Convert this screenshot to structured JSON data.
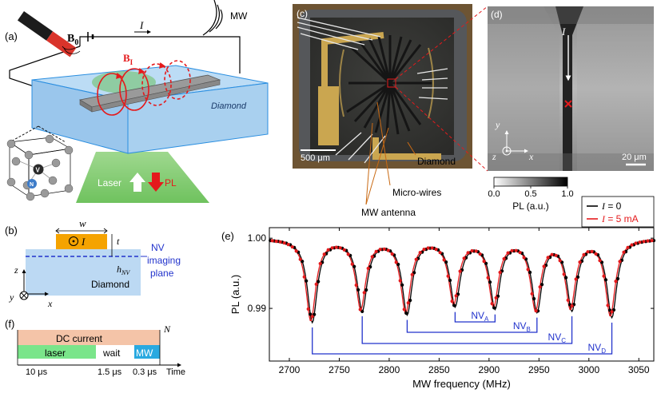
{
  "panels": {
    "a": {
      "label": "(a)",
      "mw": "MW",
      "current": "I",
      "field_b0": "B",
      "field_b0_sub": "0",
      "field_bi": "B",
      "field_bi_sub": "I",
      "diamond": "Diamond",
      "laser": "Laser",
      "pl": "PL",
      "lattice_v": "V",
      "lattice_n": "N"
    },
    "b": {
      "label": "(b)",
      "width": "w",
      "thickness": "t",
      "current": "I",
      "height": "h",
      "height_sub": "NV",
      "diamond": "Diamond",
      "imaging_plane": [
        "NV",
        "imaging",
        "plane"
      ],
      "axis_z": "z",
      "axis_x": "x",
      "axis_y": "y"
    },
    "c": {
      "label": "(c)",
      "scale_bar": "500 μm",
      "diamond": "Diamond",
      "micro_wires": "Micro-wires",
      "mw_antenna": "MW antenna"
    },
    "d": {
      "label": "(d)",
      "current": "I",
      "axis_y": "y",
      "axis_x": "x",
      "axis_z": "z",
      "scale_bar": "20 μm",
      "colorbar_ticks": [
        "0.0",
        "0.5",
        "1.0"
      ],
      "colorbar_label": "PL (a.u.)"
    },
    "e": {
      "label": "(e)",
      "nv_labels": [
        {
          "base": "NV",
          "sub": "A"
        },
        {
          "base": "NV",
          "sub": "B"
        },
        {
          "base": "NV",
          "sub": "C"
        },
        {
          "base": "NV",
          "sub": "D"
        }
      ]
    },
    "f": {
      "label": "(f)",
      "dc": "DC current",
      "laser": "laser",
      "wait": "wait",
      "mw": "MW",
      "repeat": "N",
      "t_laser": "10 μs",
      "t_wait": "1.5 μs",
      "t_mw": "0.3 μs",
      "time": "Time"
    }
  },
  "colors": {
    "series_zero": "#000000",
    "series_current": "#e41a1c",
    "nv_bracket": "#2233cc",
    "wire": "#f5a300",
    "pulse_dc": "#f4c4a8",
    "pulse_laser": "#7ae58a",
    "pulse_mw": "#29a9e0",
    "diamond": "#a9d0ef",
    "annotation_orange": "#c96a14"
  },
  "chart_data": {
    "type": "line",
    "title": "",
    "xlabel": "MW frequency (MHz)",
    "ylabel": "PL (a.u.)",
    "xlim": [
      2680,
      3065
    ],
    "ylim": [
      0.9825,
      1.0015
    ],
    "xticks": [
      2700,
      2750,
      2800,
      2850,
      2900,
      2950,
      3000,
      3050
    ],
    "yticks": [
      0.99,
      1.0
    ],
    "ytick_labels": [
      "0.99",
      "1.00"
    ],
    "legend_position": "top-right",
    "grid": false,
    "resonances": [
      {
        "center": 2723,
        "depth_zero": 0.0118,
        "depth_current": 0.0116
      },
      {
        "center": 2773,
        "depth_zero": 0.01,
        "depth_current": 0.0098
      },
      {
        "center": 2818,
        "depth_zero": 0.0105,
        "depth_current": 0.0103
      },
      {
        "center": 2866,
        "depth_zero": 0.0093,
        "depth_current": 0.009
      },
      {
        "center": 2906,
        "depth_zero": 0.0096,
        "depth_current": 0.0093
      },
      {
        "center": 2948,
        "depth_zero": 0.01,
        "depth_current": 0.0098
      },
      {
        "center": 2983,
        "depth_zero": 0.0098,
        "depth_current": 0.0096
      },
      {
        "center": 3023,
        "depth_zero": 0.011,
        "depth_current": 0.0108
      }
    ],
    "series": [
      {
        "name": "I = 0",
        "legend_lhs": "I",
        "legend_rhs": "0",
        "shift_mhz": 0
      },
      {
        "name": "I = 5 mA",
        "legend_lhs": "I",
        "legend_rhs": "5 mA",
        "shift_mhz": -1.5
      }
    ],
    "linewidth_mhz": 12,
    "nv_pairs": [
      {
        "label": "NV_A",
        "low": 2866,
        "high": 2906
      },
      {
        "label": "NV_B",
        "low": 2818,
        "high": 2948
      },
      {
        "label": "NV_C",
        "low": 2773,
        "high": 2983
      },
      {
        "label": "NV_D",
        "low": 2723,
        "high": 3023
      }
    ]
  }
}
